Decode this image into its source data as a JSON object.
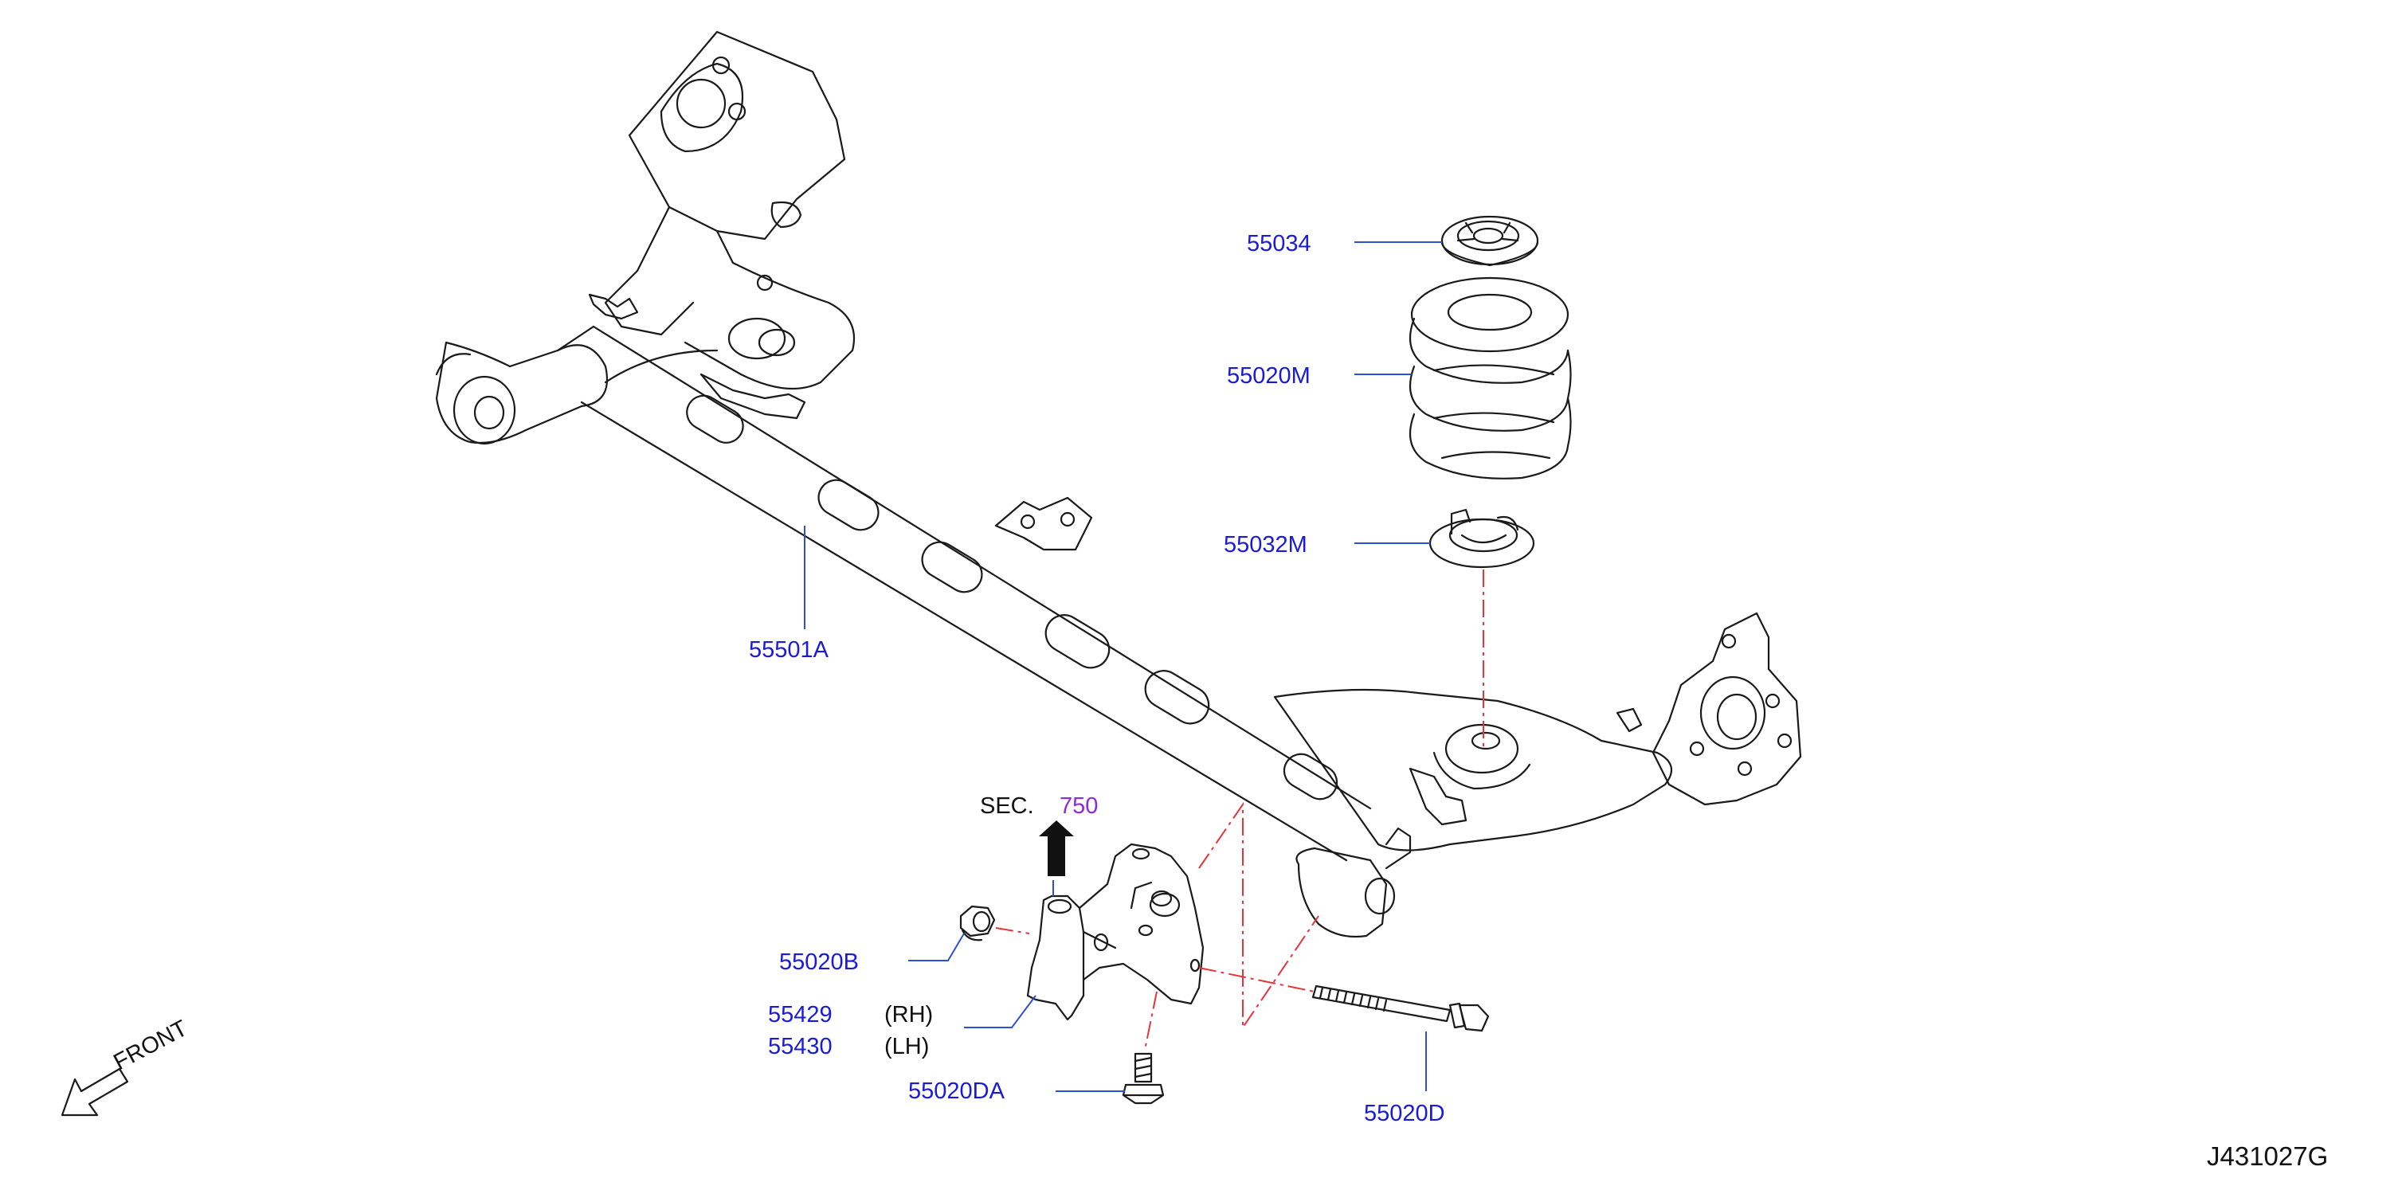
{
  "diagram_code": "J431027G",
  "front_indicator": {
    "label": "FRONT",
    "icon": "front-arrow-icon"
  },
  "section_ref": {
    "prefix": "SEC.",
    "number": "750",
    "number_color": "#8a2be2"
  },
  "side_labels": {
    "rh": "(RH)",
    "lh": "(LH)"
  },
  "colors": {
    "part_number": "#1a1adc",
    "leader": "#2b4fd8",
    "centerline": "#e8333a",
    "ink": "#1a1a1a"
  },
  "parts": {
    "p55034": "55034",
    "p55020M": "55020M",
    "p55032M": "55032M",
    "p55501A": "55501A",
    "p55020B": "55020B",
    "p55429": "55429",
    "p55430": "55430",
    "p55020DA": "55020DA",
    "p55020D": "55020D"
  }
}
